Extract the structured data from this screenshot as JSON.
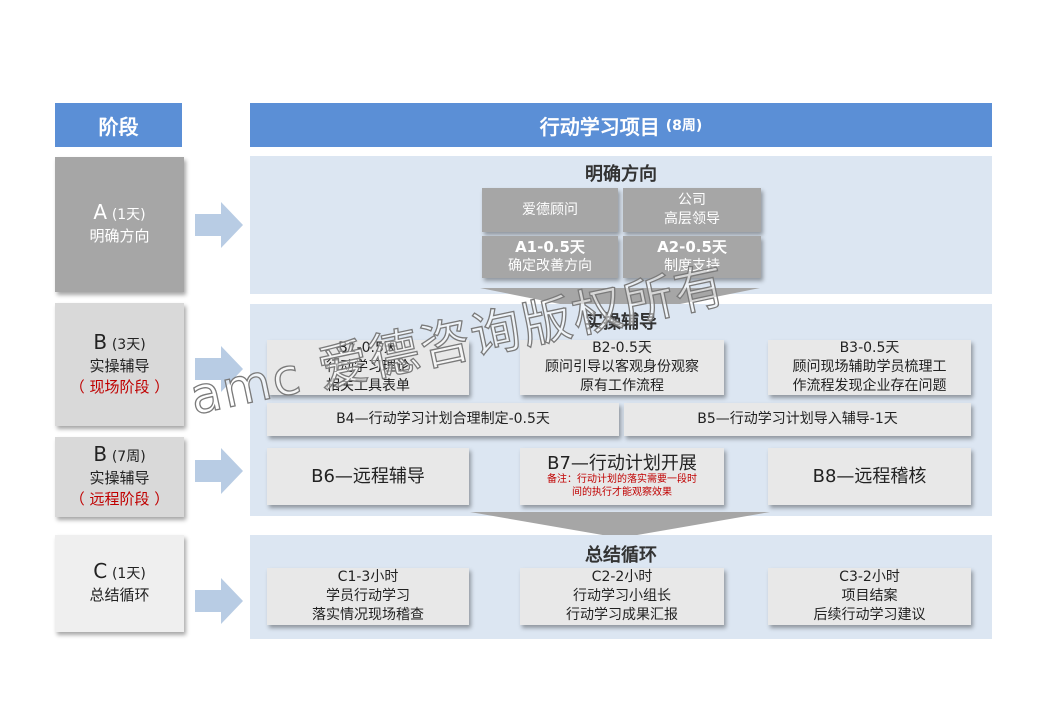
{
  "headers": {
    "stage": "阶段",
    "project": "行动学习项目",
    "project_sub": "(8周)"
  },
  "stages": [
    {
      "code": "A",
      "days": "(1天)",
      "name": "明确方向",
      "note": ""
    },
    {
      "code": "B",
      "days": "(3天)",
      "name": "实操辅导",
      "note": "（ 现场阶段 ）"
    },
    {
      "code": "B",
      "days": "(7周)",
      "name": "实操辅导",
      "note": "（ 远程阶段 ）"
    },
    {
      "code": "C",
      "days": "(1天)",
      "name": "总结循环",
      "note": ""
    }
  ],
  "panel_a": {
    "title": "明确方向",
    "box1": "爱德顾问",
    "box2_l1": "公司",
    "box2_l2": "高层领导",
    "box3_t": "A1-0.5天",
    "box3_s": "确定改善方向",
    "box4_t": "A2-0.5天",
    "box4_s": "制度支持"
  },
  "panel_b": {
    "title": "实操辅导",
    "b1_t": "B1-0.5天",
    "b1_l1": "行动学习理论",
    "b1_l2": "相关工具表单",
    "b2_t": "B2-0.5天",
    "b2_l1": "顾问引导以客观身份观察",
    "b2_l2": "原有工作流程",
    "b3_t": "B3-0.5天",
    "b3_l1": "顾问现场辅助学员梳理工",
    "b3_l2": "作流程发现企业存在问题",
    "b4": "B4—行动学习计划合理制定-0.5天",
    "b5": "B5—行动学习计划导入辅导-1天",
    "b6": "B6—远程辅导",
    "b7": "B7—行动计划开展",
    "b7_note_l1": "备注：行动计划的落实需要一段时",
    "b7_note_l2": "间的执行才能观察效果",
    "b8": "B8—远程稽核"
  },
  "panel_c": {
    "title": "总结循环",
    "c1_t": "C1-3小时",
    "c1_l1": "学员行动学习",
    "c1_l2": "落实情况现场稽查",
    "c2_t": "C2-2小时",
    "c2_l1": "行动学习小组长",
    "c2_l2": "行动学习成果汇报",
    "c3_t": "C3-2小时",
    "c3_l1": "项目结案",
    "c3_l2": "后续行动学习建议"
  },
  "watermark": "amc 爱德咨询版权所有",
  "colors": {
    "header": "#5b8fd6",
    "panel": "#dce6f2",
    "stage_a": "#a6a6a6",
    "stage_b": "#d9d9d9",
    "stage_c": "#efefef",
    "arrow": "#b8cce4",
    "note": "#c00000"
  }
}
